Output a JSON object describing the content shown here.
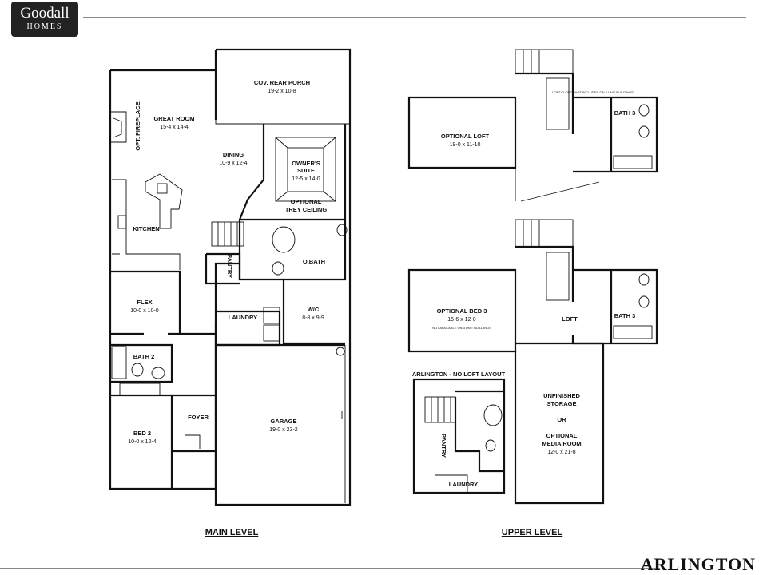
{
  "brand": {
    "name": "Goodall",
    "tagline": "HOMES"
  },
  "plan_name": "ARLINGTON",
  "levels": {
    "main": "MAIN LEVEL",
    "upper": "UPPER LEVEL"
  },
  "main_rooms": {
    "porch": {
      "name": "COV. REAR PORCH",
      "size": "19-2 x 10-8"
    },
    "great_room": {
      "name": "GREAT ROOM",
      "size": "15-4 x 14-4"
    },
    "fireplace": "OPT. FIREPLACE",
    "dining": {
      "name": "DINING",
      "size": "10-9 x 12-4"
    },
    "owners_suite": {
      "name": "OWNER'S",
      "name2": "SUITE",
      "size": "12-5 x 14-0"
    },
    "trey": {
      "line1": "OPTIONAL",
      "line2": "TREY CEILING"
    },
    "kitchen": "KITCHEN",
    "pantry": "PANTRY",
    "o_bath": "O.BATH",
    "flex": {
      "name": "FLEX",
      "size": "10-0 x 10-0"
    },
    "laundry": "LAUNDRY",
    "wic": {
      "name": "W/C",
      "size": "8-8 x 9-9"
    },
    "bath2": "BATH 2",
    "bed2": {
      "name": "BED 2",
      "size": "10-0 x 12-4"
    },
    "foyer": "FOYER",
    "garage": {
      "name": "GARAGE",
      "size": "19-0 x 23-2"
    }
  },
  "upper_rooms": {
    "loft_opt": {
      "name": "OPTIONAL LOFT",
      "size": "19-0 x 11-10"
    },
    "closet_note": "LOFT CLOSET NOT INCLUDED ON 3 UNIT BUILDINGS",
    "bath3": "BATH 3",
    "bath3b": "BATH 3",
    "bed3": {
      "name": "OPTIONAL BED 3",
      "size": "15-6 x 12-0",
      "note": "NOT AVAILABLE ON 3 UNIT BUILDINGS"
    },
    "loft": "LOFT",
    "storage": {
      "line1": "UNFINISHED",
      "line2": "STORAGE",
      "line3": "OR",
      "line4": "OPTIONAL",
      "line5": "MEDIA ROOM",
      "size": "12-0 x 21-8"
    }
  },
  "no_loft": {
    "title": "ARLINGTON - NO LOFT LAYOUT",
    "pantry": "PANTRY",
    "laundry": "LAUNDRY"
  }
}
